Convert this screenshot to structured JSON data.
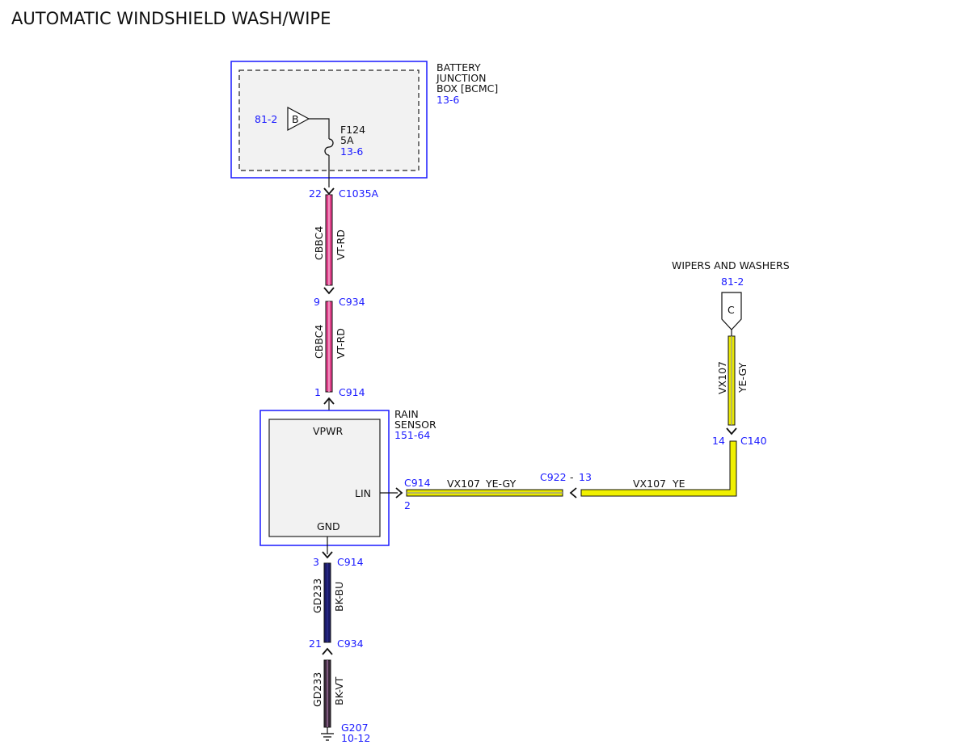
{
  "title": "AUTOMATIC WINDSHIELD WASH/WIPE",
  "colors": {
    "ref_blue": "#1a1aff",
    "box_outline": "#1a1aff",
    "wire_vt_rd": "#e0408a",
    "wire_ye_gy": "#e8e800",
    "wire_ye": "#f0f000",
    "wire_bk_bu": "#1a1a66",
    "wire_bk_vt": "#3a2a3a"
  },
  "bjb": {
    "name_line1": "BATTERY",
    "name_line2": "JUNCTION",
    "name_line3": "BOX [BCMC]",
    "ref": "13-6",
    "bus_ref": "81-2",
    "bus_letter": "B",
    "fuse_name": "F124",
    "fuse_rating": "5A",
    "fuse_ref": "13-6"
  },
  "wires": {
    "w1": {
      "pin": "22",
      "connector": "C1035A",
      "circuit": "CBBC4",
      "color": "VT-RD"
    },
    "w2": {
      "pin": "9",
      "connector": "C934",
      "circuit": "CBBC4",
      "color": "VT-RD"
    },
    "w2_end": {
      "pin": "1",
      "connector": "C914"
    },
    "lin1": {
      "connector": "C914",
      "pin": "2",
      "circuit": "VX107",
      "color": "YE-GY"
    },
    "lin_mid": {
      "connector": "C922",
      "sep": "-",
      "pin": "13"
    },
    "lin2": {
      "circuit": "VX107",
      "color": "YE"
    },
    "wip_wire": {
      "circuit": "VX107",
      "color": "YE-GY",
      "pin": "14",
      "connector": "C140"
    },
    "gnd1": {
      "pin": "3",
      "connector": "C914",
      "circuit": "GD233",
      "color": "BK-BU"
    },
    "gnd2": {
      "pin": "21",
      "connector": "C934",
      "circuit": "GD233",
      "color": "BK-VT"
    },
    "ground": {
      "name": "G207",
      "ref": "10-12"
    }
  },
  "rain_sensor": {
    "name_line1": "RAIN",
    "name_line2": "SENSOR",
    "ref": "151-64",
    "pin_vpwr": "VPWR",
    "pin_lin": "LIN",
    "pin_gnd": "GND"
  },
  "wipers": {
    "name": "WIPERS AND WASHERS",
    "ref": "81-2",
    "letter": "C"
  }
}
